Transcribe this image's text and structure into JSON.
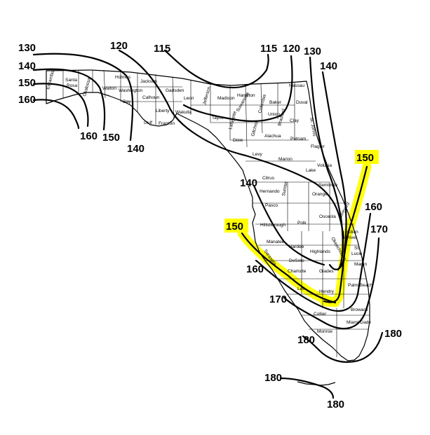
{
  "colors": {
    "highlight": "#ffff00",
    "line": "#000000",
    "background": "#ffffff"
  },
  "speed_labels": [
    {
      "id": "l130w",
      "text": "130"
    },
    {
      "id": "l140w",
      "text": "140"
    },
    {
      "id": "l150w",
      "text": "150"
    },
    {
      "id": "l160w",
      "text": "160"
    },
    {
      "id": "l120top",
      "text": "120"
    },
    {
      "id": "l115a",
      "text": "115"
    },
    {
      "id": "l115b",
      "text": "115"
    },
    {
      "id": "l120ne",
      "text": "120"
    },
    {
      "id": "l130ne",
      "text": "130"
    },
    {
      "id": "l140ne",
      "text": "140"
    },
    {
      "id": "l160b",
      "text": "160"
    },
    {
      "id": "l150b",
      "text": "150"
    },
    {
      "id": "l140b",
      "text": "140"
    },
    {
      "id": "l150east",
      "text": "150",
      "highlighted": true
    },
    {
      "id": "l140mid",
      "text": "140"
    },
    {
      "id": "l160east",
      "text": "160"
    },
    {
      "id": "l170east",
      "text": "170"
    },
    {
      "id": "l150west",
      "text": "150",
      "highlighted": true
    },
    {
      "id": "l160sw",
      "text": "160"
    },
    {
      "id": "l170sw",
      "text": "170"
    },
    {
      "id": "l180east",
      "text": "180"
    },
    {
      "id": "l180mid",
      "text": "180"
    },
    {
      "id": "l180keys",
      "text": "180"
    },
    {
      "id": "l180keysb",
      "text": "180"
    }
  ],
  "counties": [
    {
      "id": "escambia",
      "text": "Escambia"
    },
    {
      "id": "santarosa1",
      "text": "Santa"
    },
    {
      "id": "santarosa2",
      "text": "Rosa"
    },
    {
      "id": "okaloosa",
      "text": "Okaloosa"
    },
    {
      "id": "walton",
      "text": "Walton"
    },
    {
      "id": "holmes",
      "text": "Holmes"
    },
    {
      "id": "washington",
      "text": "Washington"
    },
    {
      "id": "jackson",
      "text": "Jackson"
    },
    {
      "id": "bay",
      "text": "Bay"
    },
    {
      "id": "calhoun",
      "text": "Calhoun"
    },
    {
      "id": "gadsden",
      "text": "Gadsden"
    },
    {
      "id": "leon",
      "text": "Leon"
    },
    {
      "id": "liberty",
      "text": "Liberty"
    },
    {
      "id": "wakulla",
      "text": "Wakulla"
    },
    {
      "id": "gulf",
      "text": "Gulf"
    },
    {
      "id": "franklin",
      "text": "Franklin"
    },
    {
      "id": "jefferson",
      "text": "Jefferson"
    },
    {
      "id": "madison",
      "text": "Madison"
    },
    {
      "id": "hamilton",
      "text": "Hamilton"
    },
    {
      "id": "taylor",
      "text": "Taylor"
    },
    {
      "id": "suwannee",
      "text": "Suwannee"
    },
    {
      "id": "columbia",
      "text": "Columbia"
    },
    {
      "id": "baker",
      "text": "Baker"
    },
    {
      "id": "nassau",
      "text": "Nassau"
    },
    {
      "id": "duval",
      "text": "Duval"
    },
    {
      "id": "union",
      "text": "Union"
    },
    {
      "id": "bradford",
      "text": "Bradford"
    },
    {
      "id": "clay",
      "text": "Clay"
    },
    {
      "id": "stjohns",
      "text": "St. Johns"
    },
    {
      "id": "lafayette",
      "text": "Lafayette"
    },
    {
      "id": "gilchrist",
      "text": "Gilchrist"
    },
    {
      "id": "dixie",
      "text": "Dixie"
    },
    {
      "id": "alachua",
      "text": "Alachua"
    },
    {
      "id": "putnam",
      "text": "Putnam"
    },
    {
      "id": "flagler",
      "text": "Flagler"
    },
    {
      "id": "levy",
      "text": "Levy"
    },
    {
      "id": "marion",
      "text": "Marion"
    },
    {
      "id": "volusia",
      "text": "Volusia"
    },
    {
      "id": "lake",
      "text": "Lake"
    },
    {
      "id": "citrus",
      "text": "Citrus"
    },
    {
      "id": "seminole",
      "text": "Seminole"
    },
    {
      "id": "hernando",
      "text": "Hernando"
    },
    {
      "id": "sumter",
      "text": "Sumter"
    },
    {
      "id": "orange",
      "text": "Orange"
    },
    {
      "id": "pasco",
      "text": "Pasco"
    },
    {
      "id": "brevard",
      "text": "Brevard"
    },
    {
      "id": "hillsborough",
      "text": "Hillsborough"
    },
    {
      "id": "polk",
      "text": "Polk"
    },
    {
      "id": "osceola",
      "text": "Osceola"
    },
    {
      "id": "indianriver1",
      "text": "Indian"
    },
    {
      "id": "indianriver2",
      "text": "River"
    },
    {
      "id": "manatee",
      "text": "Manatee"
    },
    {
      "id": "hardee",
      "text": "Hardee"
    },
    {
      "id": "highlands",
      "text": "Highlands"
    },
    {
      "id": "okeechobee",
      "text": "Okeechobee"
    },
    {
      "id": "stlucie1",
      "text": "St."
    },
    {
      "id": "stlucie2",
      "text": "Lucie"
    },
    {
      "id": "sarasota",
      "text": "Sarasota"
    },
    {
      "id": "desoto",
      "text": "DeSoto"
    },
    {
      "id": "martin",
      "text": "Martin"
    },
    {
      "id": "charlotte",
      "text": "Charlotte"
    },
    {
      "id": "glades",
      "text": "Glades"
    },
    {
      "id": "palmbeach",
      "text": "Palm Beach"
    },
    {
      "id": "lee",
      "text": "Lee"
    },
    {
      "id": "hendry",
      "text": "Hendry"
    },
    {
      "id": "broward",
      "text": "Broward"
    },
    {
      "id": "collier",
      "text": "Collier"
    },
    {
      "id": "miamidade",
      "text": "Miami-Dade"
    },
    {
      "id": "monroe",
      "text": "Monroe"
    }
  ]
}
